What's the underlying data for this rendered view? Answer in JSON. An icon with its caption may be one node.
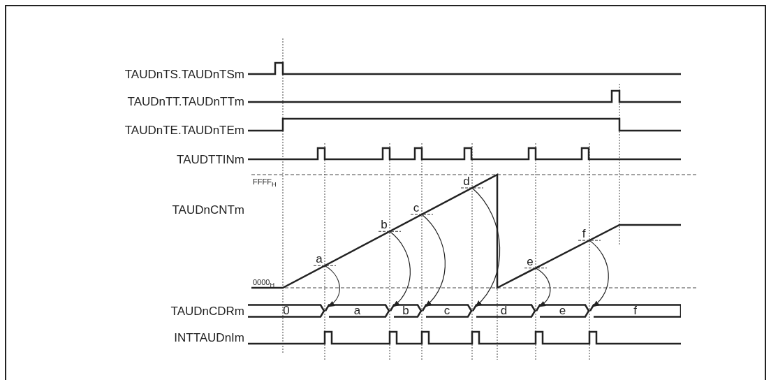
{
  "diagram": {
    "nodes": [
      {
        "text": [
          "a"
        ]
      },
      {
        "text": [
          "b"
        ]
      },
      {
        "text": [
          "c"
        ]
      },
      {
        "text": [
          "d"
        ]
      },
      {
        "text": [
          "e"
        ]
      },
      {
        "text": [
          "f"
        ]
      },
      {
        "text": [
          "0"
        ]
      },
      {
        "text": [
          "a"
        ]
      },
      {
        "text": [
          "b"
        ]
      },
      {
        "text": [
          "c"
        ]
      },
      {
        "text": [
          "d"
        ]
      },
      {
        "text": [
          "e"
        ]
      },
      {
        "text": [
          "f"
        ]
      }
    ],
    "edges": [
      {
        "from": 0,
        "to": 7,
        "arrow": "to"
      },
      {
        "from": 1,
        "to": 8,
        "arrow": "to"
      },
      {
        "from": 2,
        "to": 9,
        "arrow": "to"
      },
      {
        "from": 3,
        "to": 10,
        "arrow": "to"
      },
      {
        "from": 4,
        "to": 11,
        "arrow": "to"
      },
      {
        "from": 5,
        "to": 12,
        "arrow": "to"
      }
    ],
    "labels": [
      "TAUDnTS.TAUDnTSm",
      "TAUDnTT.TAUDnTTm",
      "TAUDnTE.TAUDnTEm",
      "TAUDTTINm",
      "FFFF$_{H}$",
      "TAUDnCNTm",
      "0000$_{H}$",
      "TAUDnCDRm",
      "INTTAUDnIm"
    ]
  }
}
